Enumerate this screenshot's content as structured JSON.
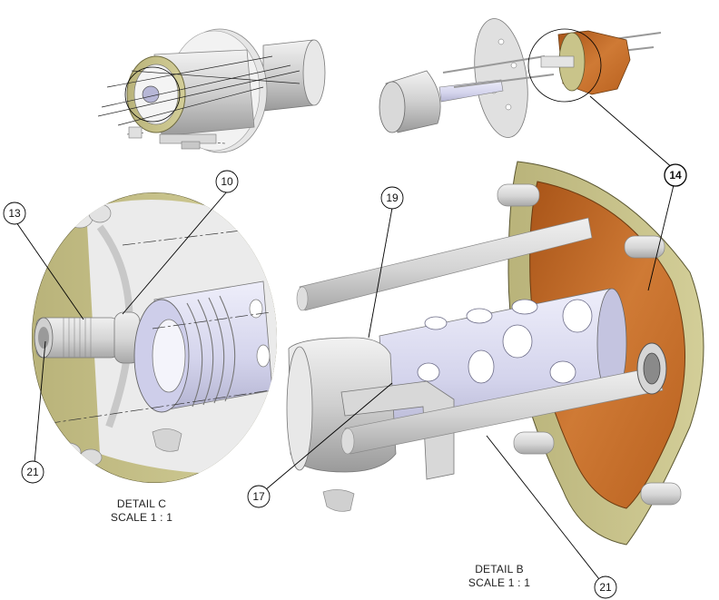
{
  "balloons": {
    "b10": "10",
    "b13": "13",
    "b14": "14",
    "b17": "17",
    "b19": "19",
    "b21_left": "21",
    "b21_right": "21"
  },
  "details": {
    "c": {
      "title": "DETAIL C",
      "scale": "SCALE 1 : 1"
    },
    "b": {
      "title": "DETAIL B",
      "scale": "SCALE 1 : 1"
    }
  },
  "colors": {
    "flange_olive": "#c9c48a",
    "copper": "#c8702a",
    "lavender": "#d7d7ee",
    "grey_part": "#d6d6d6",
    "leader": "#000000"
  }
}
